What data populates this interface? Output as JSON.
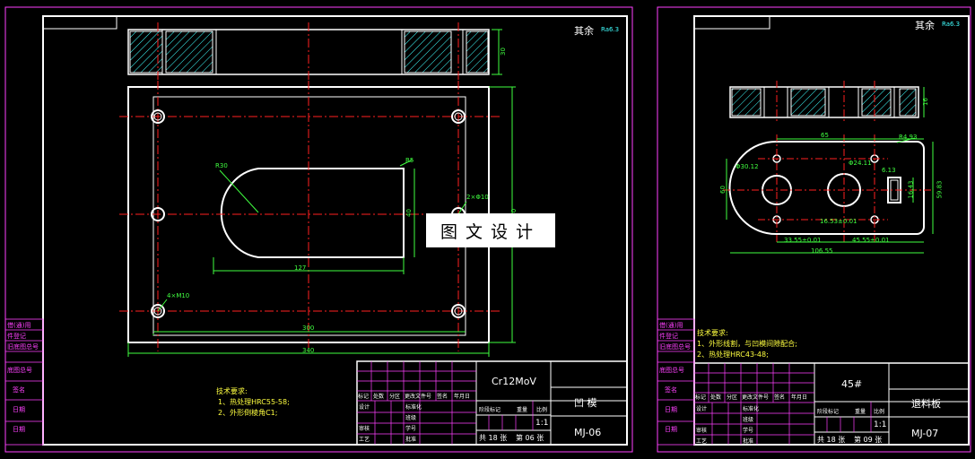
{
  "left_sheet": {
    "roughness": "其余",
    "roughness_value": "Ra6.3",
    "dims": {
      "thickness": "30",
      "r_big": "R30",
      "r_small": "R5",
      "holes_4": "4×M10",
      "holes_2": "2×Φ10",
      "slot_len": "127",
      "slot_height": "40",
      "inner_width": "300",
      "outer_width": "340",
      "height_right": "240"
    },
    "tech_title": "技术要求:",
    "tech_1": "1、热处理HRC55-58;",
    "tech_2": "2、外形倒棱角C1;",
    "material": "Cr12MoV",
    "part_name": "凹 模",
    "drawing_no": "MJ-06",
    "scale": "1:1",
    "sheet_total": "共 18 张",
    "sheet_no": "第 06 张"
  },
  "right_sheet": {
    "roughness": "其余",
    "roughness_value": "Ra6.3",
    "dims": {
      "thickness": "16",
      "len_65": "65",
      "r_top": "R4.93",
      "d_left": "Φ30.12",
      "d_mid": "Φ24.11",
      "w_slot": "6.13",
      "h_slot": "16.43",
      "h_total": "59.83",
      "h_left": "60",
      "off_1": "16.53±0.01",
      "off_2": "33.55±0.01",
      "off_3": "45.55±0.01",
      "len_total": "106.55"
    },
    "tech_title": "技术要求:",
    "tech_1": "1、外形线割，与凹模间隙配合;",
    "tech_2": "2、热处理HRC43-48;",
    "material": "45#",
    "part_name": "退料板",
    "drawing_no": "MJ-07",
    "scale": "1:1",
    "sheet_total": "共 18 张",
    "sheet_no": "第 09 张"
  },
  "title_block_labels": {
    "mark": "标记",
    "count": "处数",
    "zone": "分区",
    "change_doc": "更改文件号",
    "signature": "签名",
    "date": "年月日",
    "design": "设计",
    "standardize": "标准化",
    "stage_mark": "阶段标记",
    "weight": "重量",
    "scale_lbl": "比例",
    "review": "审核",
    "craft": "工艺",
    "approve": "批准",
    "group": "班级",
    "student_no": "学号"
  },
  "side_labels": [
    "借(通)用",
    "件登记",
    "旧底图总号",
    "底图总号",
    "签名",
    "日期",
    "日期"
  ],
  "watermark": "图文设计",
  "colors": {
    "border": "#ff40ff",
    "outline": "#ffffff",
    "centerline": "#ff2020",
    "dimension": "#40ff40",
    "note": "#ffff40",
    "hatch": "#40ffff"
  }
}
